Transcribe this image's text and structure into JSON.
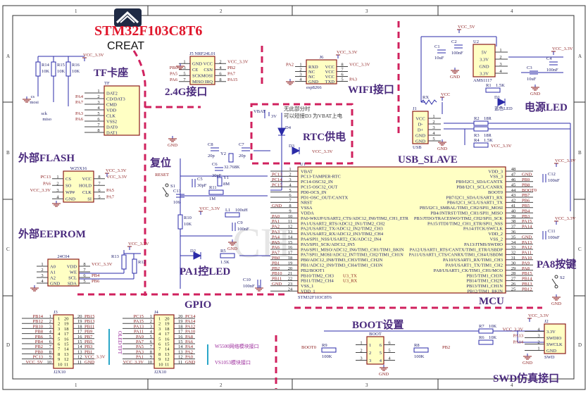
{
  "title": "STM32F103C8T6",
  "logo_text": "CREAT",
  "watermark_text": "CH",
  "grid": {
    "columns": [
      "1",
      "2",
      "3",
      "4"
    ],
    "rows": [
      "A",
      "B",
      "C",
      "D"
    ]
  },
  "sections": {
    "tf": "TF卡座",
    "nrf": "2.4G接口",
    "wifi": "WIFI接口",
    "power_led": "电源LED",
    "usb": "USB_SLAVE",
    "rtc": "RTC供电",
    "rtc_note_1": "无此部分时",
    "rtc_note_2": "可以短接D3 为VBAT上电",
    "reset": "复位",
    "flash": "外部FLASH",
    "eeprom": "外部EEPROM",
    "led": "PA1控LED",
    "gpio": "GPIO",
    "mcu": "MCU",
    "key": "PA8按键",
    "boot": "BOOT设置",
    "swd": "SWD仿真接口"
  },
  "chips": {
    "tf": {
      "ref": "TF",
      "nums": [
        "1",
        "2",
        "3",
        "4",
        "5",
        "6",
        "7",
        "8"
      ],
      "pins": [
        "DAT2",
        "CD/DAT3",
        "CMD",
        "VDD",
        "CLK",
        "VSS2",
        "DAT0",
        "DAT1"
      ],
      "nets": [
        "",
        "PA4",
        "PA7",
        "",
        "PA3",
        "PA6",
        "",
        ""
      ],
      "signals": [
        "",
        "cs",
        "mosi",
        "",
        "sck",
        "miso",
        "",
        ""
      ]
    },
    "nrf": {
      "ref": "J5 NRF24L01",
      "left": [
        "GND",
        "CE",
        "SCK",
        "MISO"
      ],
      "right": [
        "VCC",
        "CSN",
        "MOSI",
        "IRQ"
      ],
      "lnums": [
        "1",
        "3",
        "5",
        "7"
      ],
      "rnums": [
        "2",
        "4",
        "6",
        "8"
      ],
      "lnets": [
        "",
        "PB0",
        "PA5",
        "PA6"
      ],
      "rnets": [
        "VCC_3.3V",
        "PB2",
        "PA7",
        "PA15"
      ]
    },
    "esp": {
      "ref": "J6",
      "sub": "esp8266",
      "left": [
        "RXD",
        "NC",
        "NC",
        "GND"
      ],
      "right": [
        "VCC",
        "VCC",
        "VCC",
        "TXD"
      ],
      "lnums": [
        "1",
        "2",
        "3",
        "4"
      ],
      "rnums": [
        "8",
        "7",
        "6",
        "5"
      ],
      "lnets": [
        "PA2",
        "",
        "",
        ""
      ],
      "rnets": [
        "VCC_3.3V",
        "",
        "",
        "PA3"
      ]
    },
    "flash": {
      "ref": "W25X16",
      "left": [
        "CS",
        "SO",
        "WP#",
        "GND"
      ],
      "right": [
        "VCC",
        "HOLD",
        "CLK",
        "SI"
      ],
      "lnums": [
        "1",
        "2",
        "3",
        "4"
      ],
      "rnums": [
        "8",
        "7",
        "6",
        "5"
      ],
      "lnets": [
        "PC13",
        "PA6",
        "VCC_3.3V",
        ""
      ],
      "rnets": [
        "VCC_3.3V",
        "",
        "PA5",
        "PA7"
      ]
    },
    "eeprom": {
      "ref": "24C04",
      "left": [
        "A0",
        "A1",
        "A2",
        "GND"
      ],
      "right": [
        "VDD",
        "WE",
        "SCL",
        "SDA"
      ],
      "lnums": [
        "1",
        "2",
        "3",
        "4"
      ],
      "rnums": [
        "8",
        "7",
        "6",
        "5"
      ],
      "lnets": [
        "",
        "",
        "",
        ""
      ],
      "rnets": [
        "VCC_3.3V",
        "",
        "PB4",
        "PB6"
      ]
    },
    "ldo": {
      "ref": "U2",
      "sub": "AMS1117",
      "pins": [
        "5V",
        "3.3V",
        "GND",
        "3.3V"
      ],
      "nums": [
        "1",
        "2",
        "3",
        "4"
      ]
    },
    "usb": {
      "ref": "J1",
      "sub": "USB",
      "pins": [
        "VCC",
        "D-",
        "D+",
        "GND",
        "GND"
      ],
      "nums": [
        "1",
        "2",
        "3",
        "4",
        "5"
      ]
    },
    "swd": {
      "ref": "J2",
      "sub": "SWD",
      "pins": [
        "3.3V",
        "SWDIO",
        "SWCLK",
        "GND"
      ],
      "nums": [
        "4",
        "3",
        "2",
        "1"
      ],
      "nets": [
        "VCC_3.3V",
        "PA13",
        "PA14",
        ""
      ]
    },
    "boot": {
      "ref": "BOOT",
      "left": [
        "1",
        "2",
        "3"
      ],
      "right": [
        "6",
        "5",
        "4"
      ],
      "lnums": [
        "1",
        "2",
        "3"
      ],
      "rnums": [
        "6",
        "5",
        "4"
      ],
      "nets": [
        "BOOT0",
        "PB2"
      ]
    }
  },
  "mcu": {
    "ref": "U1",
    "part": "STM32F103C8T6",
    "left": [
      {
        "n": "1",
        "f": "VBAT",
        "net": ""
      },
      {
        "n": "2",
        "f": "PC13-TAMPER-RTC",
        "net": "PC13"
      },
      {
        "n": "3",
        "f": "PC14-OSC32_IN",
        "net": "PC14"
      },
      {
        "n": "4",
        "f": "PC15-OSC32_OUT",
        "net": "PC15"
      },
      {
        "n": "5",
        "f": "PD0-OCS_IN",
        "net": ""
      },
      {
        "n": "6",
        "f": "PD1-OSC_OUT/CANTX",
        "net": ""
      },
      {
        "n": "7",
        "f": "NRST",
        "net": ""
      },
      {
        "n": "8",
        "f": "VSSA",
        "net": "GND"
      },
      {
        "n": "9",
        "f": "VDDA",
        "net": ""
      },
      {
        "n": "10",
        "f": "PA0-WKUP/USART2_CTS/ADC12_IN0/TIM2_CH1_ETR",
        "net": "PA0"
      },
      {
        "n": "11",
        "f": "PA1/USART2_RTS/ADC12_IN1/TIM2_CH2",
        "net": "PA1"
      },
      {
        "n": "12",
        "f": "PA2/USART2_TX/ADC12_IN2/TIM2_CH3",
        "net": "PA2"
      },
      {
        "n": "13",
        "f": "PA3/USART2_RX/ADC12_IN3/TIM2_CH4",
        "net": "PA3"
      },
      {
        "n": "14",
        "f": "PA4/SPI1_NSS/USART2_CK/ADC12_IN4",
        "net": "PA4"
      },
      {
        "n": "15",
        "f": "PA5/SPI1_SCK/ADC12_IN5",
        "net": "PA5"
      },
      {
        "n": "16",
        "f": "PA6/SPI1_MISO/ADC12_IN6/TIM3_CH1/TIM1_BKIN",
        "net": "PA6"
      },
      {
        "n": "17",
        "f": "PA7/SPI1_MOSI/ADC12_IN7/TIM3_CH2/TIM1_CH1N",
        "net": "PA7"
      },
      {
        "n": "18",
        "f": "PB0/ADC12_IN8/TIM3_CH3/TIM1_CH2N",
        "net": "PB0"
      },
      {
        "n": "19",
        "f": "PB1/ADC12_IN9/TIM3_CH4/TIM1_CH3N",
        "net": "PB1"
      },
      {
        "n": "20",
        "f": "PB2/BOOT1",
        "net": "PB2"
      },
      {
        "n": "21",
        "f": "PB10/TIM2_CH3",
        "net": "PB10",
        "tag": "U3_TX"
      },
      {
        "n": "22",
        "f": "PB11/TIM2_CH4",
        "net": "PB11",
        "tag": "U3_RX"
      },
      {
        "n": "23",
        "f": "VSS_1",
        "net": "GND"
      },
      {
        "n": "24",
        "f": "VDD_1",
        "net": ""
      }
    ],
    "right": [
      {
        "n": "48",
        "f": "VDD_3",
        "net": ""
      },
      {
        "n": "47",
        "f": "VSS_3",
        "net": "GND"
      },
      {
        "n": "46",
        "f": "PB9/I2C1_SDA/CANTX",
        "net": "PB9"
      },
      {
        "n": "45",
        "f": "PB8/I2C1_SCL/CANRX",
        "net": "PB8"
      },
      {
        "n": "44",
        "f": "BOOT0",
        "net": "BOOT0"
      },
      {
        "n": "43",
        "f": "PB7/I2C1_SDA/USART1_RX",
        "net": "PB7"
      },
      {
        "n": "42",
        "f": "PB6/I2C1_SCL/USART1_TX",
        "net": "PB6"
      },
      {
        "n": "41",
        "f": "PB5/I2C1_SMBAL/TIM3_CH2/SPI1_MOSI",
        "net": "PB5"
      },
      {
        "n": "40",
        "f": "PB4/JNTRST/TIM3_CH1/SPI1_MISO",
        "net": "PB4"
      },
      {
        "n": "39",
        "f": "PB3/JTDO/TRACESWO/TIM2_CH2/SPI1_SCK",
        "net": "PB3"
      },
      {
        "n": "38",
        "f": "PA15/JTDI/TIM2_CH1_ETR/SPI1_NSS",
        "net": "PA15"
      },
      {
        "n": "37",
        "f": "PA14/JTCK/SWCLK",
        "net": "PA14"
      },
      {
        "n": "36",
        "f": "VDD_2",
        "net": ""
      },
      {
        "n": "35",
        "f": "VSS_2",
        "net": "GND"
      },
      {
        "n": "34",
        "f": "PA13/JTMS/SWDIO",
        "net": "PA13"
      },
      {
        "n": "33",
        "f": "PA12/USART1_RTS/CANTX/TIM1_ETR/USBDP",
        "net": "PA12"
      },
      {
        "n": "32",
        "f": "PA11/USART1_CTS/CANRX/TIM1_CH4/USBDM",
        "net": "PA11"
      },
      {
        "n": "31",
        "f": "PA10/USART1_RX/TIM1_CH3",
        "net": "PA10"
      },
      {
        "n": "30",
        "f": "PA9/USART1_TX/TIM1_CH2",
        "net": "PA9"
      },
      {
        "n": "29",
        "f": "PA8/USART1_CK/TIM1_CH1/MCO",
        "net": "PA8"
      },
      {
        "n": "28",
        "f": "PB15/TIM1_CH3N",
        "net": "PB15"
      },
      {
        "n": "27",
        "f": "PB14/TIM1_CH2N",
        "net": "PB14"
      },
      {
        "n": "26",
        "f": "PB13/TIM1_CH1N",
        "net": "PB13"
      },
      {
        "n": "25",
        "f": "PB12/TIM1_BKIN",
        "net": "PB12"
      }
    ]
  },
  "headers": {
    "j3": {
      "ref": "J3",
      "type": "J2X10",
      "left": [
        "PB14",
        "PB12",
        "PB10",
        "PB8",
        "PB6",
        "PB4",
        "PB2",
        "PB0",
        "PC13",
        "VCC_5V"
      ],
      "right": [
        "PB15",
        "PB13",
        "PB11",
        "PB9",
        "PB7",
        "PB5",
        "PB3",
        "PB1",
        "VCC_3.3V",
        "GND"
      ],
      "note": "OLED/TFT"
    },
    "j4": {
      "ref": "J4",
      "type": "J2X10",
      "left": [
        "PC15",
        "PA15",
        "PA13",
        "PA11",
        "PA9",
        "PA7",
        "PA5",
        "PA3",
        "PA1",
        "VCC_3.3V"
      ],
      "right": [
        "PC14",
        "PA14",
        "PA12",
        "PA10",
        "PA8",
        "PA6",
        "PA4",
        "PA2",
        "PA0",
        "GND"
      ],
      "note1": "W5500网络模块接口",
      "note2": "VS1053模块接口"
    }
  },
  "parts": [
    {
      "ref": "R14",
      "value": "10K"
    },
    {
      "ref": "R15",
      "value": "10K"
    },
    {
      "ref": "R16",
      "value": "10K"
    },
    {
      "ref": "R13",
      "value": ""
    },
    {
      "ref": "R12",
      "value": ""
    },
    {
      "ref": "R10",
      "value": "10K"
    },
    {
      "ref": "R5",
      "value": "1.5K"
    },
    {
      "ref": "L1",
      "value": "100uH"
    },
    {
      "ref": "C9",
      "value": "100nF"
    },
    {
      "ref": "D2",
      "value": ""
    },
    {
      "ref": "C13",
      "value": "106"
    },
    {
      "ref": "C5",
      "value": "30pF"
    },
    {
      "ref": "C6",
      "value": "30pF"
    },
    {
      "ref": "Y1",
      "value": "8M"
    },
    {
      "ref": "R11",
      "value": "1M"
    },
    {
      "ref": "C8",
      "value": "20p"
    },
    {
      "ref": "C7",
      "value": "20p"
    },
    {
      "ref": "Y2",
      "value": "32.768K"
    },
    {
      "ref": "VBAT",
      "value": "3V"
    },
    {
      "ref": "D4",
      "value": ""
    },
    {
      "ref": "D3",
      "value": ""
    },
    {
      "ref": "C1",
      "value": "10uF"
    },
    {
      "ref": "C2",
      "value": "100nF"
    },
    {
      "ref": "C3",
      "value": "10uF"
    },
    {
      "ref": "C4",
      "value": "100nF"
    },
    {
      "ref": "R1",
      "value": "1.5K"
    },
    {
      "ref": "D1",
      "value": "蓝色LED"
    },
    {
      "ref": "RX",
      "value": ""
    },
    {
      "ref": "R2",
      "value": "18R"
    },
    {
      "ref": "R3",
      "value": "18R"
    },
    {
      "ref": "R4",
      "value": "1.5K"
    },
    {
      "ref": "C12",
      "value": "100nF"
    },
    {
      "ref": "C11",
      "value": "100nF"
    },
    {
      "ref": "C10",
      "value": "100nF"
    },
    {
      "ref": "R9",
      "value": "100K"
    },
    {
      "ref": "R8",
      "value": "100K"
    },
    {
      "ref": "R7",
      "value": "10K"
    },
    {
      "ref": "R6",
      "value": "10K"
    },
    {
      "ref": "S1",
      "value": ""
    },
    {
      "ref": "S2",
      "value": ""
    }
  ],
  "nets": {
    "vcc33": "VCC_3.3V",
    "vcc5": "VCC_5V",
    "vcc": "VCC",
    "gnd": "GND",
    "reset": "RESET",
    "boot0": "BOOT0",
    "pb2": "PB2"
  },
  "colors": {
    "section": "#4a2a7d",
    "divider": "#d0215e",
    "net": "#8b1a1a",
    "wire": "#2b2ba8",
    "chip_fill": "#ffffc4",
    "title": "#e0162b"
  }
}
